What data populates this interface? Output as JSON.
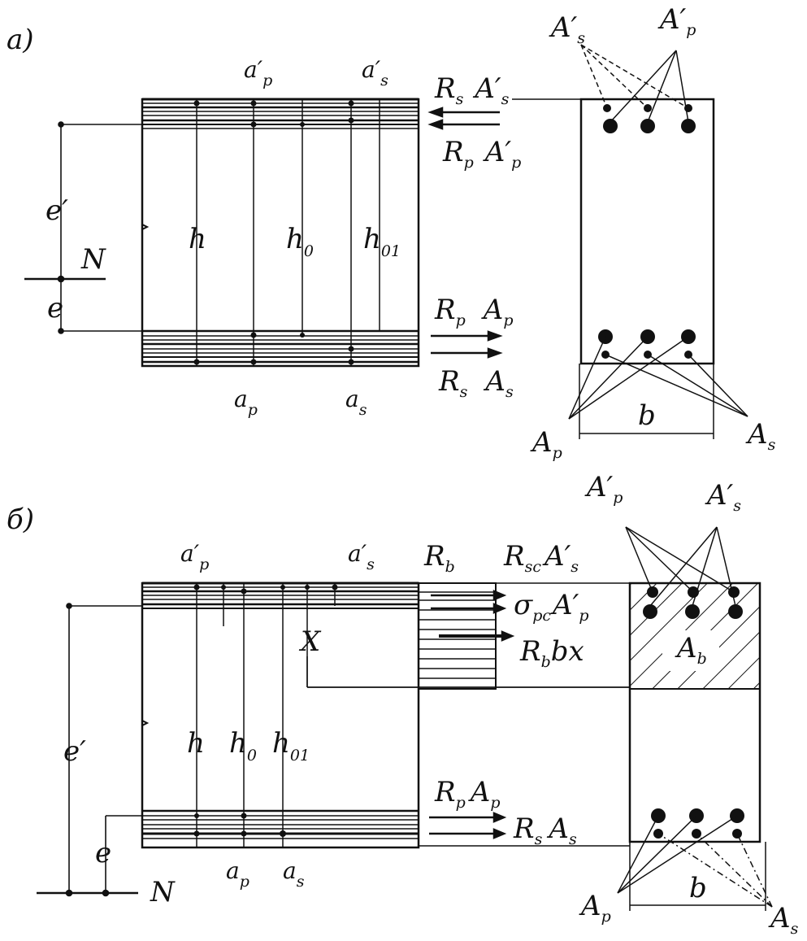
{
  "panel_a": {
    "label": "а)",
    "dims": {
      "N": "N",
      "e_prime": "e′",
      "e": "e",
      "h": "h",
      "h0": "h",
      "h0_sub": "0",
      "h01": "h",
      "h01_sub": "01"
    },
    "rebar_top": {
      "ap_prime": "a′",
      "ap_prime_sub": "p",
      "as_prime": "a′",
      "as_prime_sub": "s"
    },
    "rebar_bottom": {
      "ap": "a",
      "ap_sub": "p",
      "as": "a",
      "as_sub": "s"
    },
    "forces": {
      "Rs_As_prime": {
        "R": "R",
        "R_sub": "s",
        "A": "A′",
        "A_sub": "s"
      },
      "Rp_Ap_prime": {
        "R": "R",
        "R_sub": "p",
        "A": "A′",
        "A_sub": "p"
      },
      "Rp_Ap": {
        "R": "R",
        "R_sub": "p",
        "A": "A",
        "A_sub": "p"
      },
      "Rs_As": {
        "R": "R",
        "R_sub": "s",
        "A": "A",
        "A_sub": "s"
      }
    },
    "section": {
      "As_prime": "A′",
      "As_prime_sub": "s",
      "Ap_prime": "A′",
      "Ap_prime_sub": "p",
      "Ap": "A",
      "Ap_sub": "p",
      "As": "A",
      "As_sub": "s",
      "b": "b"
    }
  },
  "panel_b": {
    "label": "б)",
    "dims": {
      "N": "N",
      "e_prime": "e′",
      "e": "e",
      "X": "X",
      "h": "h",
      "h0": "h",
      "h0_sub": "0",
      "h01": "h",
      "h01_sub": "01"
    },
    "rebar_top": {
      "ap_prime": "a′",
      "ap_prime_sub": "p",
      "as_prime": "a′",
      "as_prime_sub": "s"
    },
    "rebar_bottom": {
      "ap": "a",
      "ap_sub": "p",
      "as": "a",
      "as_sub": "s"
    },
    "forces": {
      "Rb": {
        "R": "R",
        "R_sub": "b"
      },
      "Rsc_As_prime": {
        "R": "R",
        "R_sub": "sc",
        "A": "A′",
        "A_sub": "s"
      },
      "sigma_pc_Ap_prime": {
        "S": "σ",
        "S_sub": "pc",
        "A": "A′",
        "A_sub": "p"
      },
      "Rb_bx": {
        "R": "R",
        "R_sub": "b",
        "tail": "bx"
      },
      "Rp_Ap": {
        "R": "R",
        "R_sub": "p",
        "A": "A",
        "A_sub": "p"
      },
      "Rs_As": {
        "R": "R",
        "R_sub": "s",
        "A": "A",
        "A_sub": "s"
      }
    },
    "section": {
      "Ap_prime": "A′",
      "Ap_prime_sub": "p",
      "As_prime": "A′",
      "As_prime_sub": "s",
      "Ab": "A",
      "Ab_sub": "b",
      "Ap": "A",
      "Ap_sub": "p",
      "As": "A",
      "As_sub": "s",
      "b": "b"
    }
  }
}
